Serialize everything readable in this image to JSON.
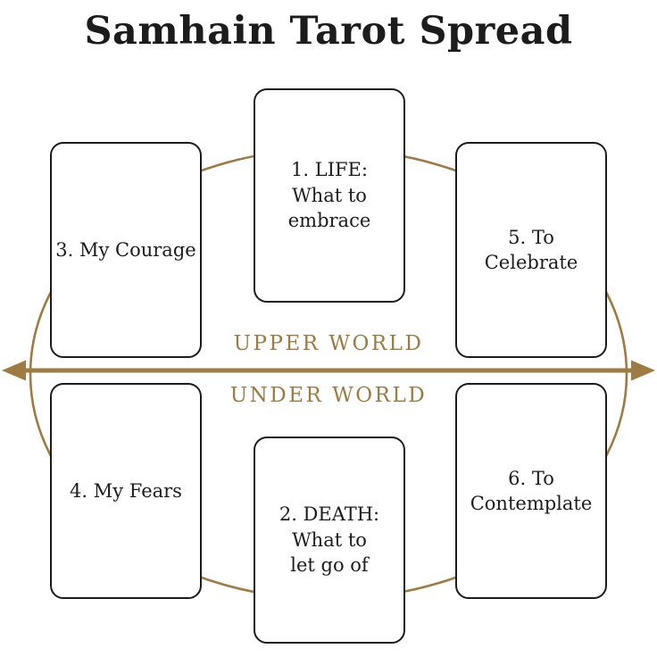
{
  "title": "Samhain Tarot Spread",
  "labels": {
    "upper_world": "UPPER WORLD",
    "under_world": "UNDER WORLD"
  },
  "colors": {
    "accent": "#9d7b42",
    "ink": "#1c1c1c",
    "background": "#ffffff"
  },
  "cards": [
    {
      "name": "card-1-life",
      "text": "1. LIFE:\nWhat to\nembrace"
    },
    {
      "name": "card-2-death",
      "text": "2. DEATH:\nWhat to\nlet go of"
    },
    {
      "name": "card-3-courage",
      "text": "3. My Courage"
    },
    {
      "name": "card-4-fears",
      "text": "4. My Fears"
    },
    {
      "name": "card-5-celebrate",
      "text": "5. To Celebrate"
    },
    {
      "name": "card-6-contemplate",
      "text": "6. To Contemplate"
    }
  ]
}
